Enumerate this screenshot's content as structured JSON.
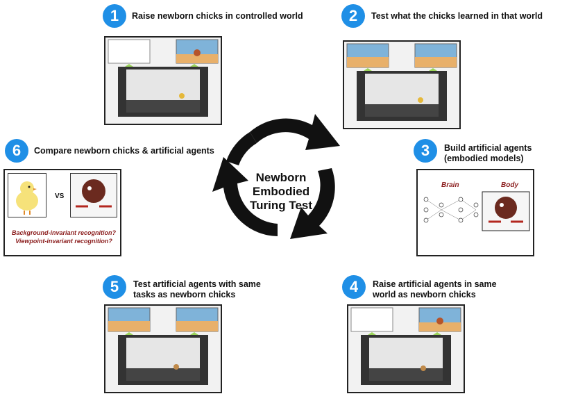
{
  "center": {
    "line1": "Newborn",
    "line2": "Embodied",
    "line3": "Turing Test"
  },
  "steps": [
    {
      "number": "1",
      "label_line1": "Raise newborn chicks in controlled world",
      "label_line2": ""
    },
    {
      "number": "2",
      "label_line1": "Test what the chicks learned in that world",
      "label_line2": ""
    },
    {
      "number": "3",
      "label_line1": "Build artificial agents",
      "label_line2": "(embodied models)"
    },
    {
      "number": "4",
      "label_line1": "Raise artificial agents in same",
      "label_line2": "world as newborn chicks"
    },
    {
      "number": "5",
      "label_line1": "Test artificial agents with same",
      "label_line2": "tasks as newborn chicks"
    },
    {
      "number": "6",
      "label_line1": "Compare newborn chicks & artificial agents",
      "label_line2": ""
    }
  ],
  "compare": {
    "vs": "VS",
    "question1": "Background-invariant recognition?",
    "question2": "Viewpoint-invariant recognition?"
  },
  "model": {
    "brain": "Brain",
    "body": "Body"
  },
  "colors": {
    "badge": "#1f8fe6",
    "arrow": "#111111",
    "accent": "#8b1d1d",
    "sky": "#7fb3d9",
    "sand": "#e8b06a"
  }
}
